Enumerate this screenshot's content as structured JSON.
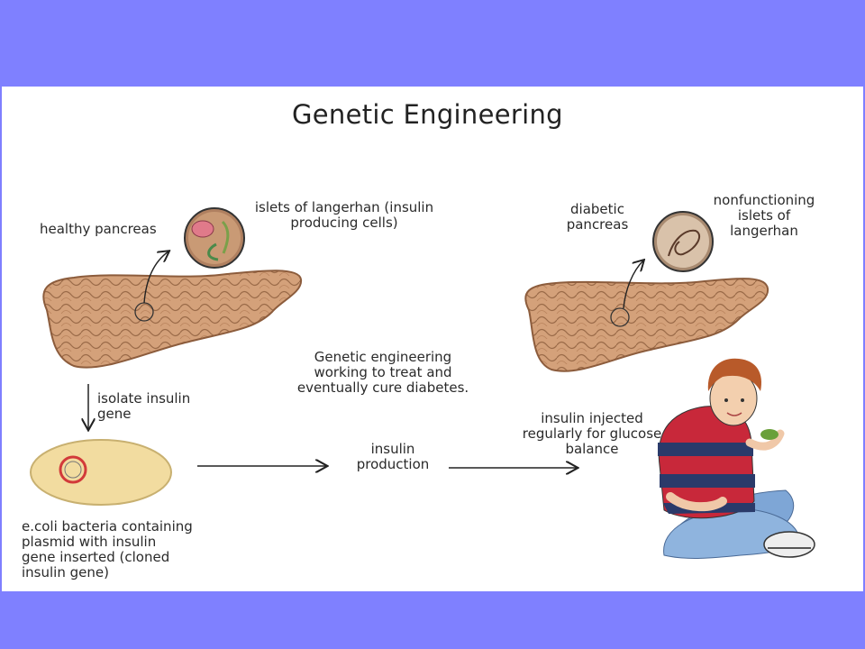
{
  "title": "Genetic Engineering",
  "labels": {
    "healthy_pancreas": "healthy pancreas",
    "islets": "islets of langerhan (insulin producing cells)",
    "diabetic_pancreas": "diabetic pancreas",
    "nonfunctioning": "nonfunctioning islets of langerhan",
    "isolate_gene": "isolate insulin gene",
    "genetic_engineering_note": "Genetic engineering working to treat and eventually cure diabetes.",
    "insulin_production": "insulin production",
    "insulin_injected": "insulin injected regularly for glucose balance",
    "ecoli": "e.coli bacteria containing plasmid with insulin gene inserted (cloned insulin gene)"
  }
}
